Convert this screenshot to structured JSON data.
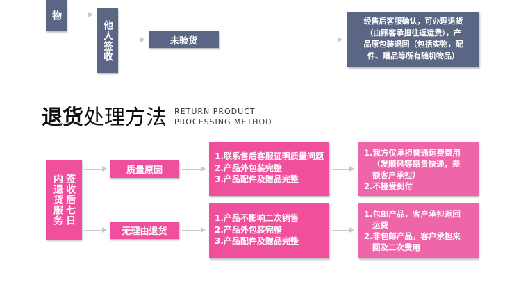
{
  "top": {
    "cutoff_box": "物",
    "other_sign_box": "他人签收",
    "not_inspected_box": "未验货",
    "service_note_lines": [
      "经售后客服确认，可办理退货",
      "（由顾客承担往返运费），产",
      "品原包装退回（包括实物，配",
      "件、赠品等所有随机物品）"
    ]
  },
  "section_title": {
    "bold": "退货",
    "normal": "处理方法",
    "en_line1": "RETURN PRODUCT",
    "en_line2": "PROCESSING METHOD"
  },
  "returns": {
    "root_col1": "签收后七日",
    "root_col2": "内退货服务",
    "branches": [
      {
        "label": "质量原因",
        "conditions": [
          "1.联系售后客服证明质量问题",
          "2.产品外包装完整",
          "3.产品配件及赠品完整"
        ],
        "result": [
          "1.我方仅承担普通运费费用",
          "（发顺风等昂贵快递，差",
          "额客户承担）",
          "2.不接受到付"
        ]
      },
      {
        "label": "无理由退货",
        "conditions": [
          "1.产品不影响二次销售",
          "2.产品外包装完整",
          "3.产品配件及赠品完整"
        ],
        "result": [
          "1.包邮产品，客户承担返回",
          "运费",
          "2.非包邮产品，客户承担来",
          "回及二次费用"
        ]
      }
    ]
  },
  "colors": {
    "slate": "#5a6683",
    "pink": "#ef4f9c",
    "arrow": "#c9c9c9"
  }
}
